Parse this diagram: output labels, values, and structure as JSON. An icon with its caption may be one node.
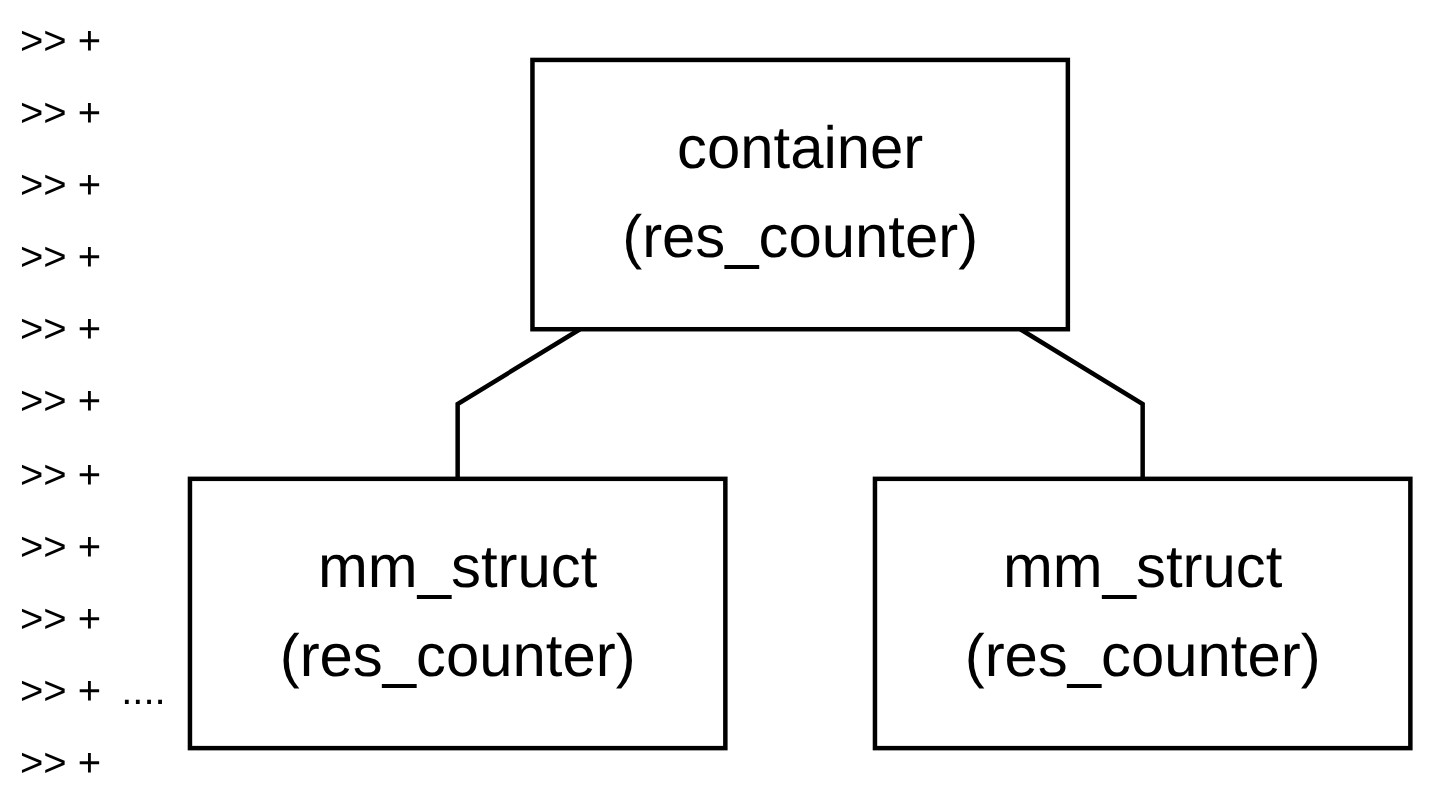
{
  "diagram": {
    "nodes": [
      {
        "text": [
          "container",
          "(res_counter)"
        ]
      },
      {
        "text": [
          "mm_struct",
          "(res_counter)"
        ]
      },
      {
        "text": [
          "mm_struct",
          "(res_counter)"
        ]
      }
    ],
    "edges": [
      {
        "from": 0,
        "to": 1,
        "arrow": "none"
      },
      {
        "from": 0,
        "to": 2,
        "arrow": "none"
      }
    ],
    "labels": [
      ">> +",
      ">> +",
      ">> +",
      ">> +",
      ">> +",
      ">> +",
      ">> +",
      ">> +",
      ">> +",
      ">> +",
      ">> +",
      "...."
    ]
  }
}
